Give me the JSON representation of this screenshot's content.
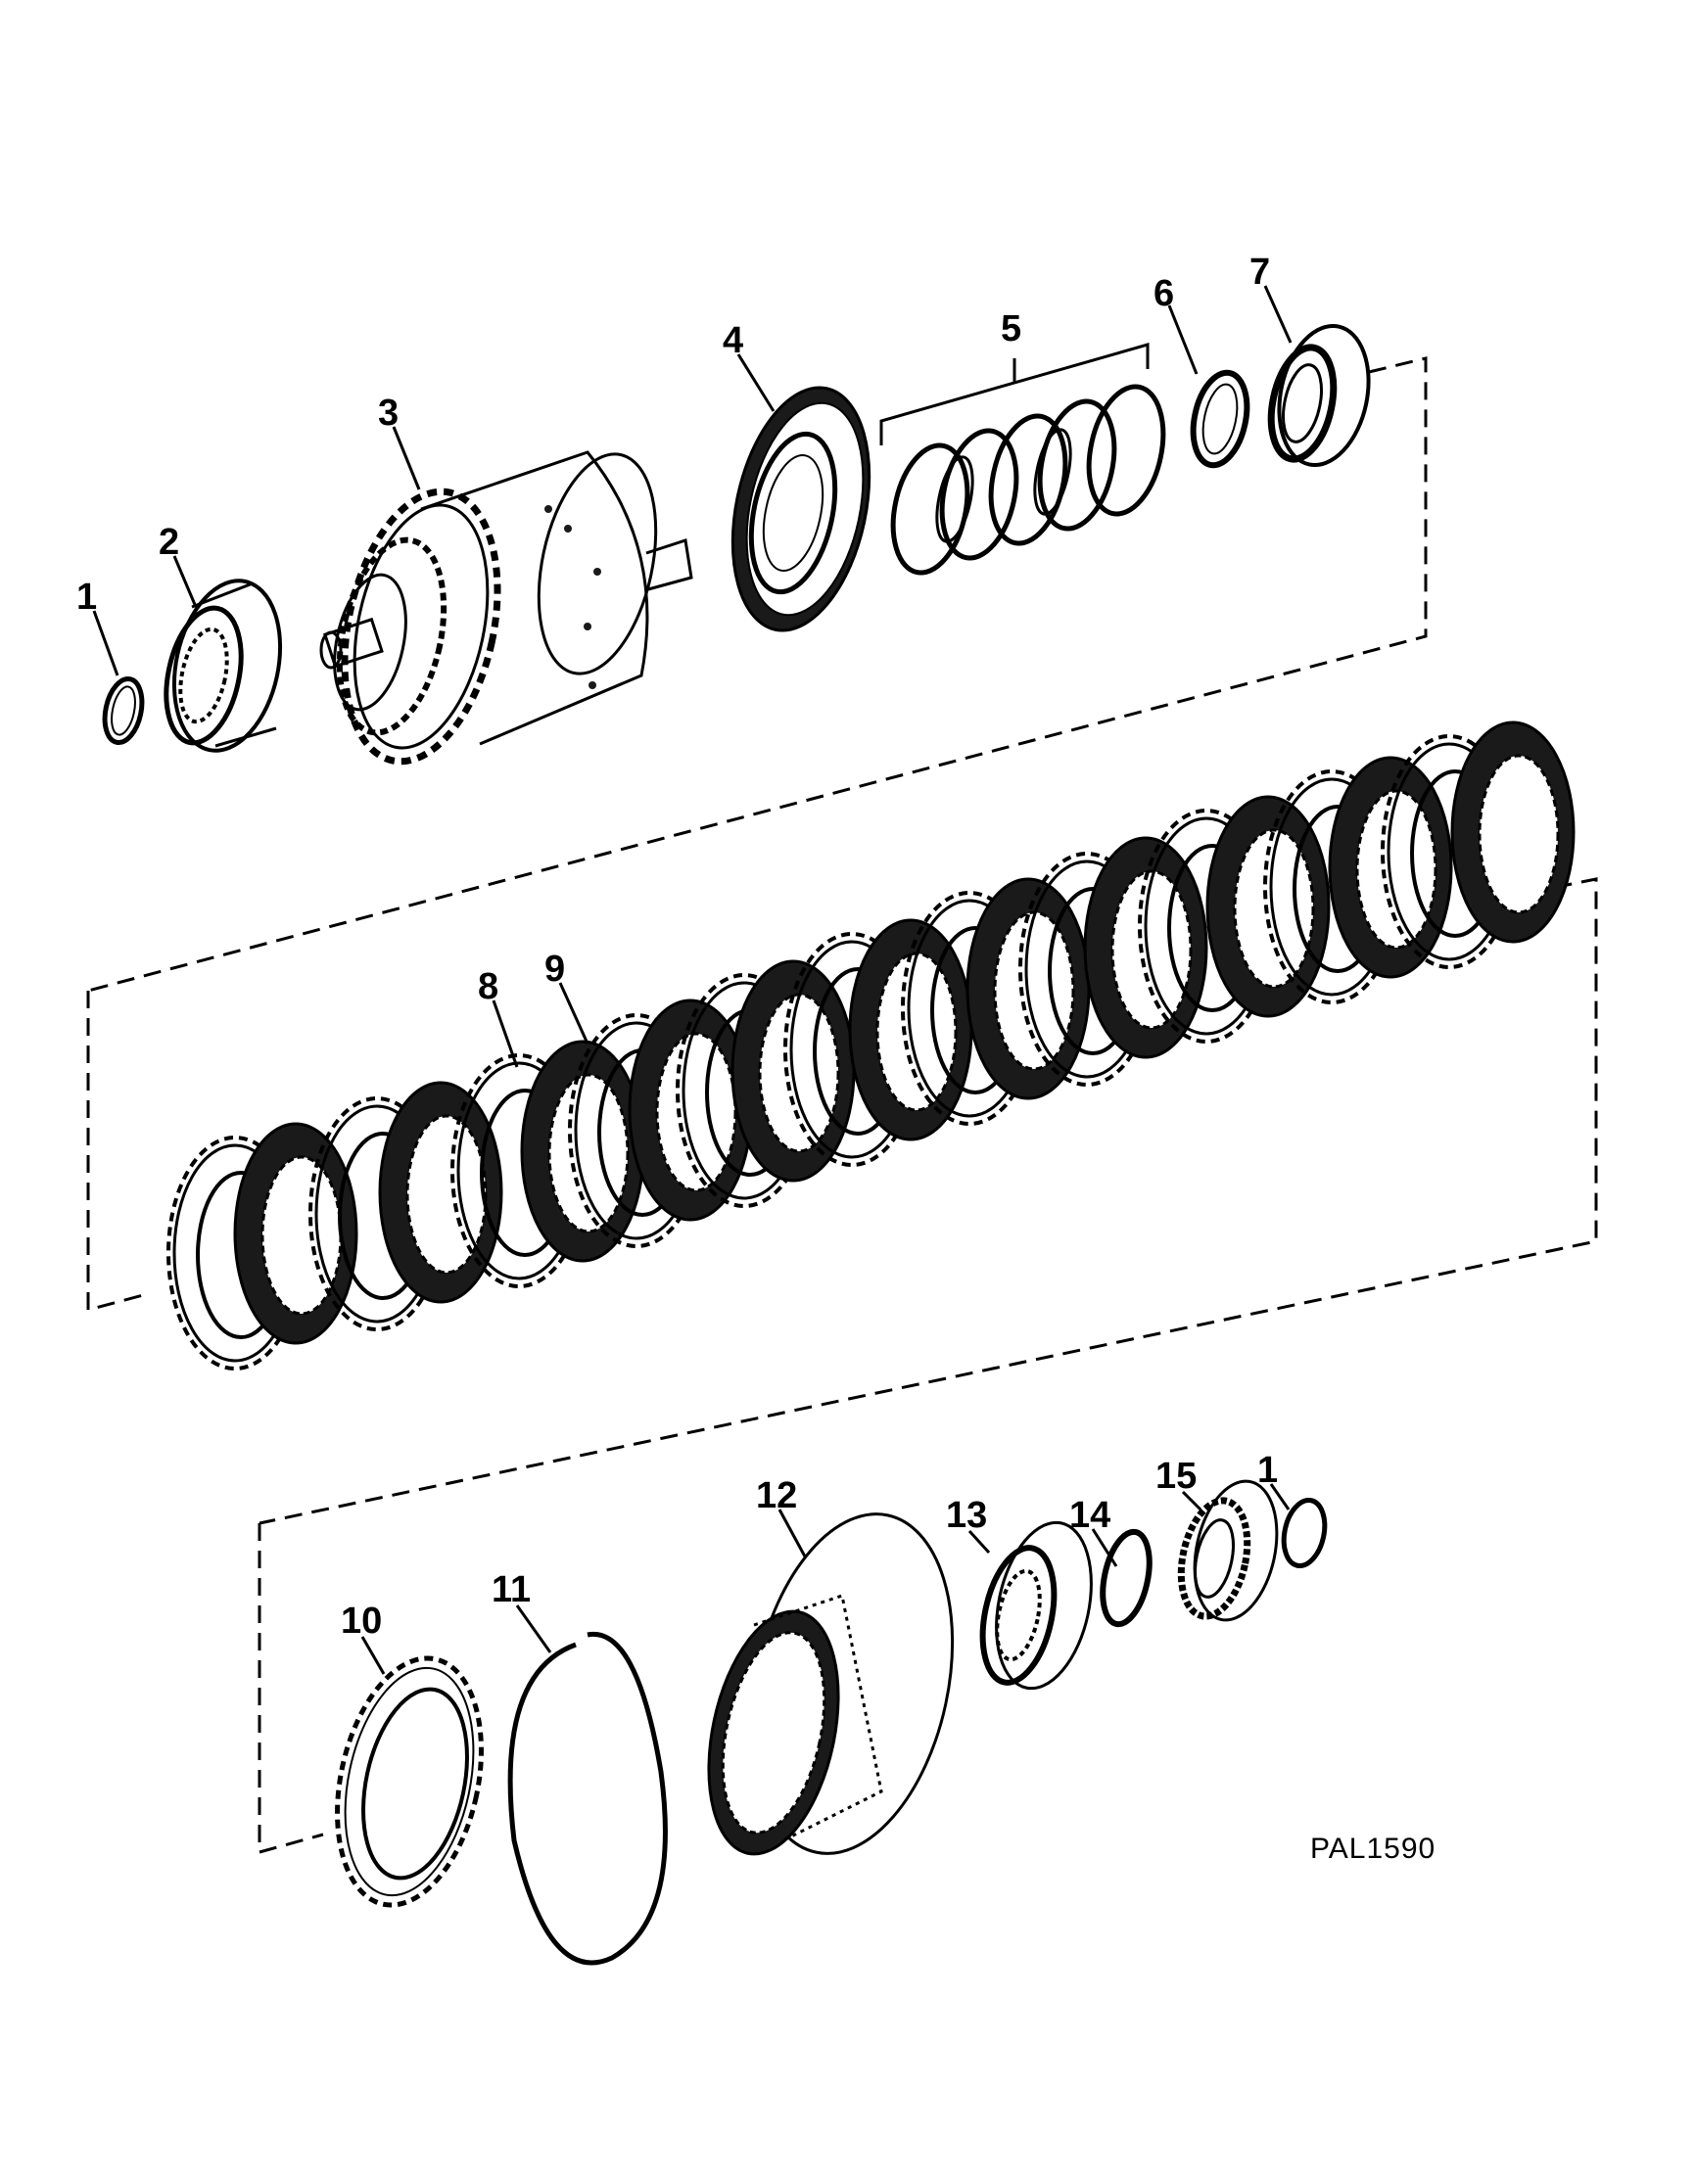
{
  "figure_id": "PAL1590",
  "callouts": [
    "1",
    "2",
    "3",
    "4",
    "5",
    "6",
    "7",
    "8",
    "9",
    "10",
    "11",
    "12",
    "13",
    "14",
    "15",
    "1"
  ],
  "colors": {
    "ink": "#000000",
    "paper": "#ffffff",
    "fill": "#1a1a1a"
  }
}
